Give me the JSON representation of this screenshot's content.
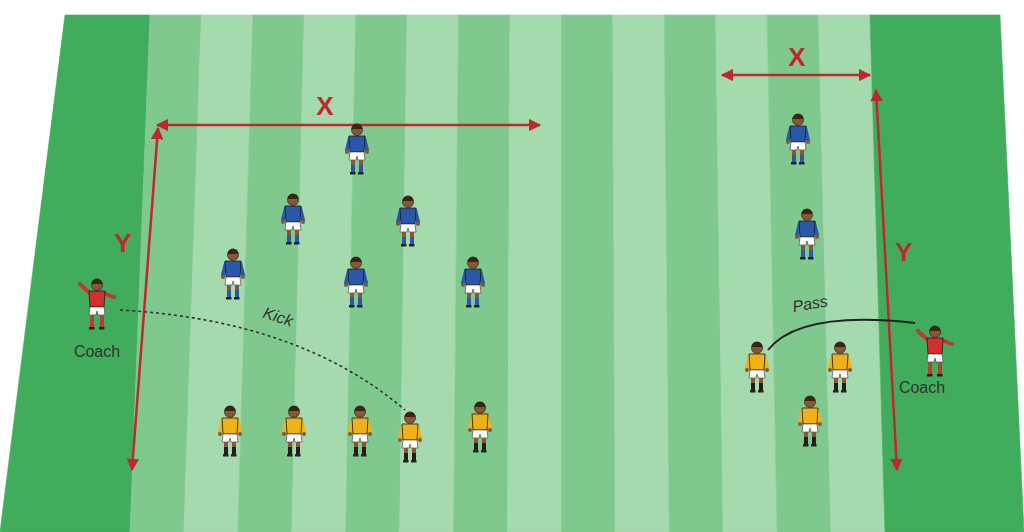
{
  "diagram": {
    "labels": [
      "X",
      "X",
      "Y",
      "Y",
      "Kick",
      "Pass",
      "Coach",
      "Coach"
    ]
  }
}
